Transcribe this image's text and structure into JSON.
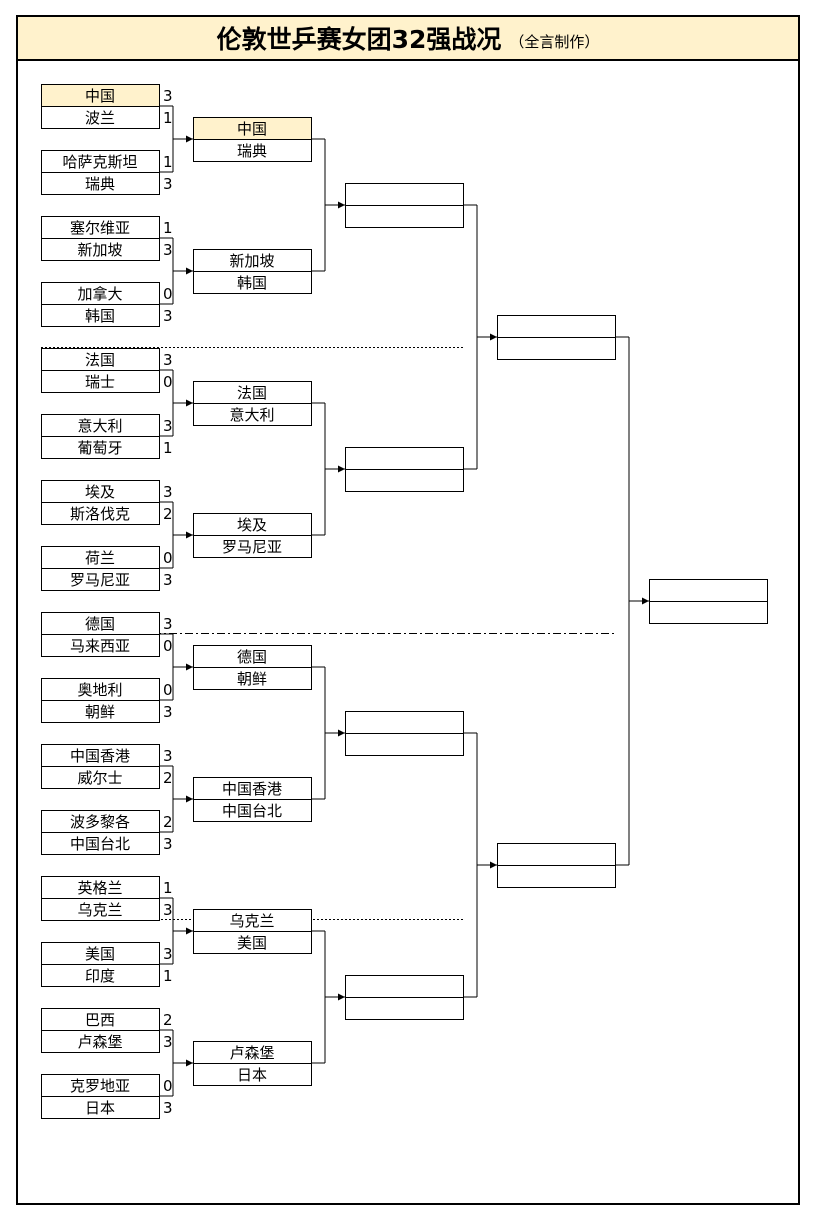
{
  "title": "伦敦世乒赛女团32强战况",
  "subtitle": "（全言制作）",
  "colors": {
    "highlight": "#fff2cc",
    "line": "#000000"
  },
  "round1": [
    {
      "team1": "中国",
      "score1": "3",
      "team2": "波兰",
      "score2": "1",
      "winner": 1
    },
    {
      "team1": "哈萨克斯坦",
      "score1": "1",
      "team2": "瑞典",
      "score2": "3",
      "winner": 2
    },
    {
      "team1": "塞尔维亚",
      "score1": "1",
      "team2": "新加坡",
      "score2": "3",
      "winner": 2
    },
    {
      "team1": "加拿大",
      "score1": "0",
      "team2": "韩国",
      "score2": "3",
      "winner": 2
    },
    {
      "team1": "法国",
      "score1": "3",
      "team2": "瑞士",
      "score2": "0",
      "winner": 1
    },
    {
      "team1": "意大利",
      "score1": "3",
      "team2": "葡萄牙",
      "score2": "1",
      "winner": 1
    },
    {
      "team1": "埃及",
      "score1": "3",
      "team2": "斯洛伐克",
      "score2": "2",
      "winner": 1
    },
    {
      "team1": "荷兰",
      "score1": "0",
      "team2": "罗马尼亚",
      "score2": "3",
      "winner": 2
    },
    {
      "team1": "德国",
      "score1": "3",
      "team2": "马来西亚",
      "score2": "0",
      "winner": 1
    },
    {
      "team1": "奥地利",
      "score1": "0",
      "team2": "朝鲜",
      "score2": "3",
      "winner": 2
    },
    {
      "team1": "中国香港",
      "score1": "3",
      "team2": "威尔士",
      "score2": "2",
      "winner": 1
    },
    {
      "team1": "波多黎各",
      "score1": "2",
      "team2": "中国台北",
      "score2": "3",
      "winner": 2
    },
    {
      "team1": "英格兰",
      "score1": "1",
      "team2": "乌克兰",
      "score2": "3",
      "winner": 2
    },
    {
      "team1": "美国",
      "score1": "3",
      "team2": "印度",
      "score2": "1",
      "winner": 1
    },
    {
      "team1": "巴西",
      "score1": "2",
      "team2": "卢森堡",
      "score2": "3",
      "winner": 2
    },
    {
      "team1": "克罗地亚",
      "score1": "0",
      "team2": "日本",
      "score2": "3",
      "winner": 2
    }
  ],
  "round2": [
    {
      "team1": "中国",
      "team2": "瑞典"
    },
    {
      "team1": "新加坡",
      "team2": "韩国"
    },
    {
      "team1": "法国",
      "team2": "意大利"
    },
    {
      "team1": "埃及",
      "team2": "罗马尼亚"
    },
    {
      "team1": "德国",
      "team2": "朝鲜"
    },
    {
      "team1": "中国香港",
      "team2": "中国台北"
    },
    {
      "team1": "乌克兰",
      "team2": "美国"
    },
    {
      "team1": "卢森堡",
      "team2": "日本"
    }
  ],
  "highlighted": [
    "中国"
  ]
}
